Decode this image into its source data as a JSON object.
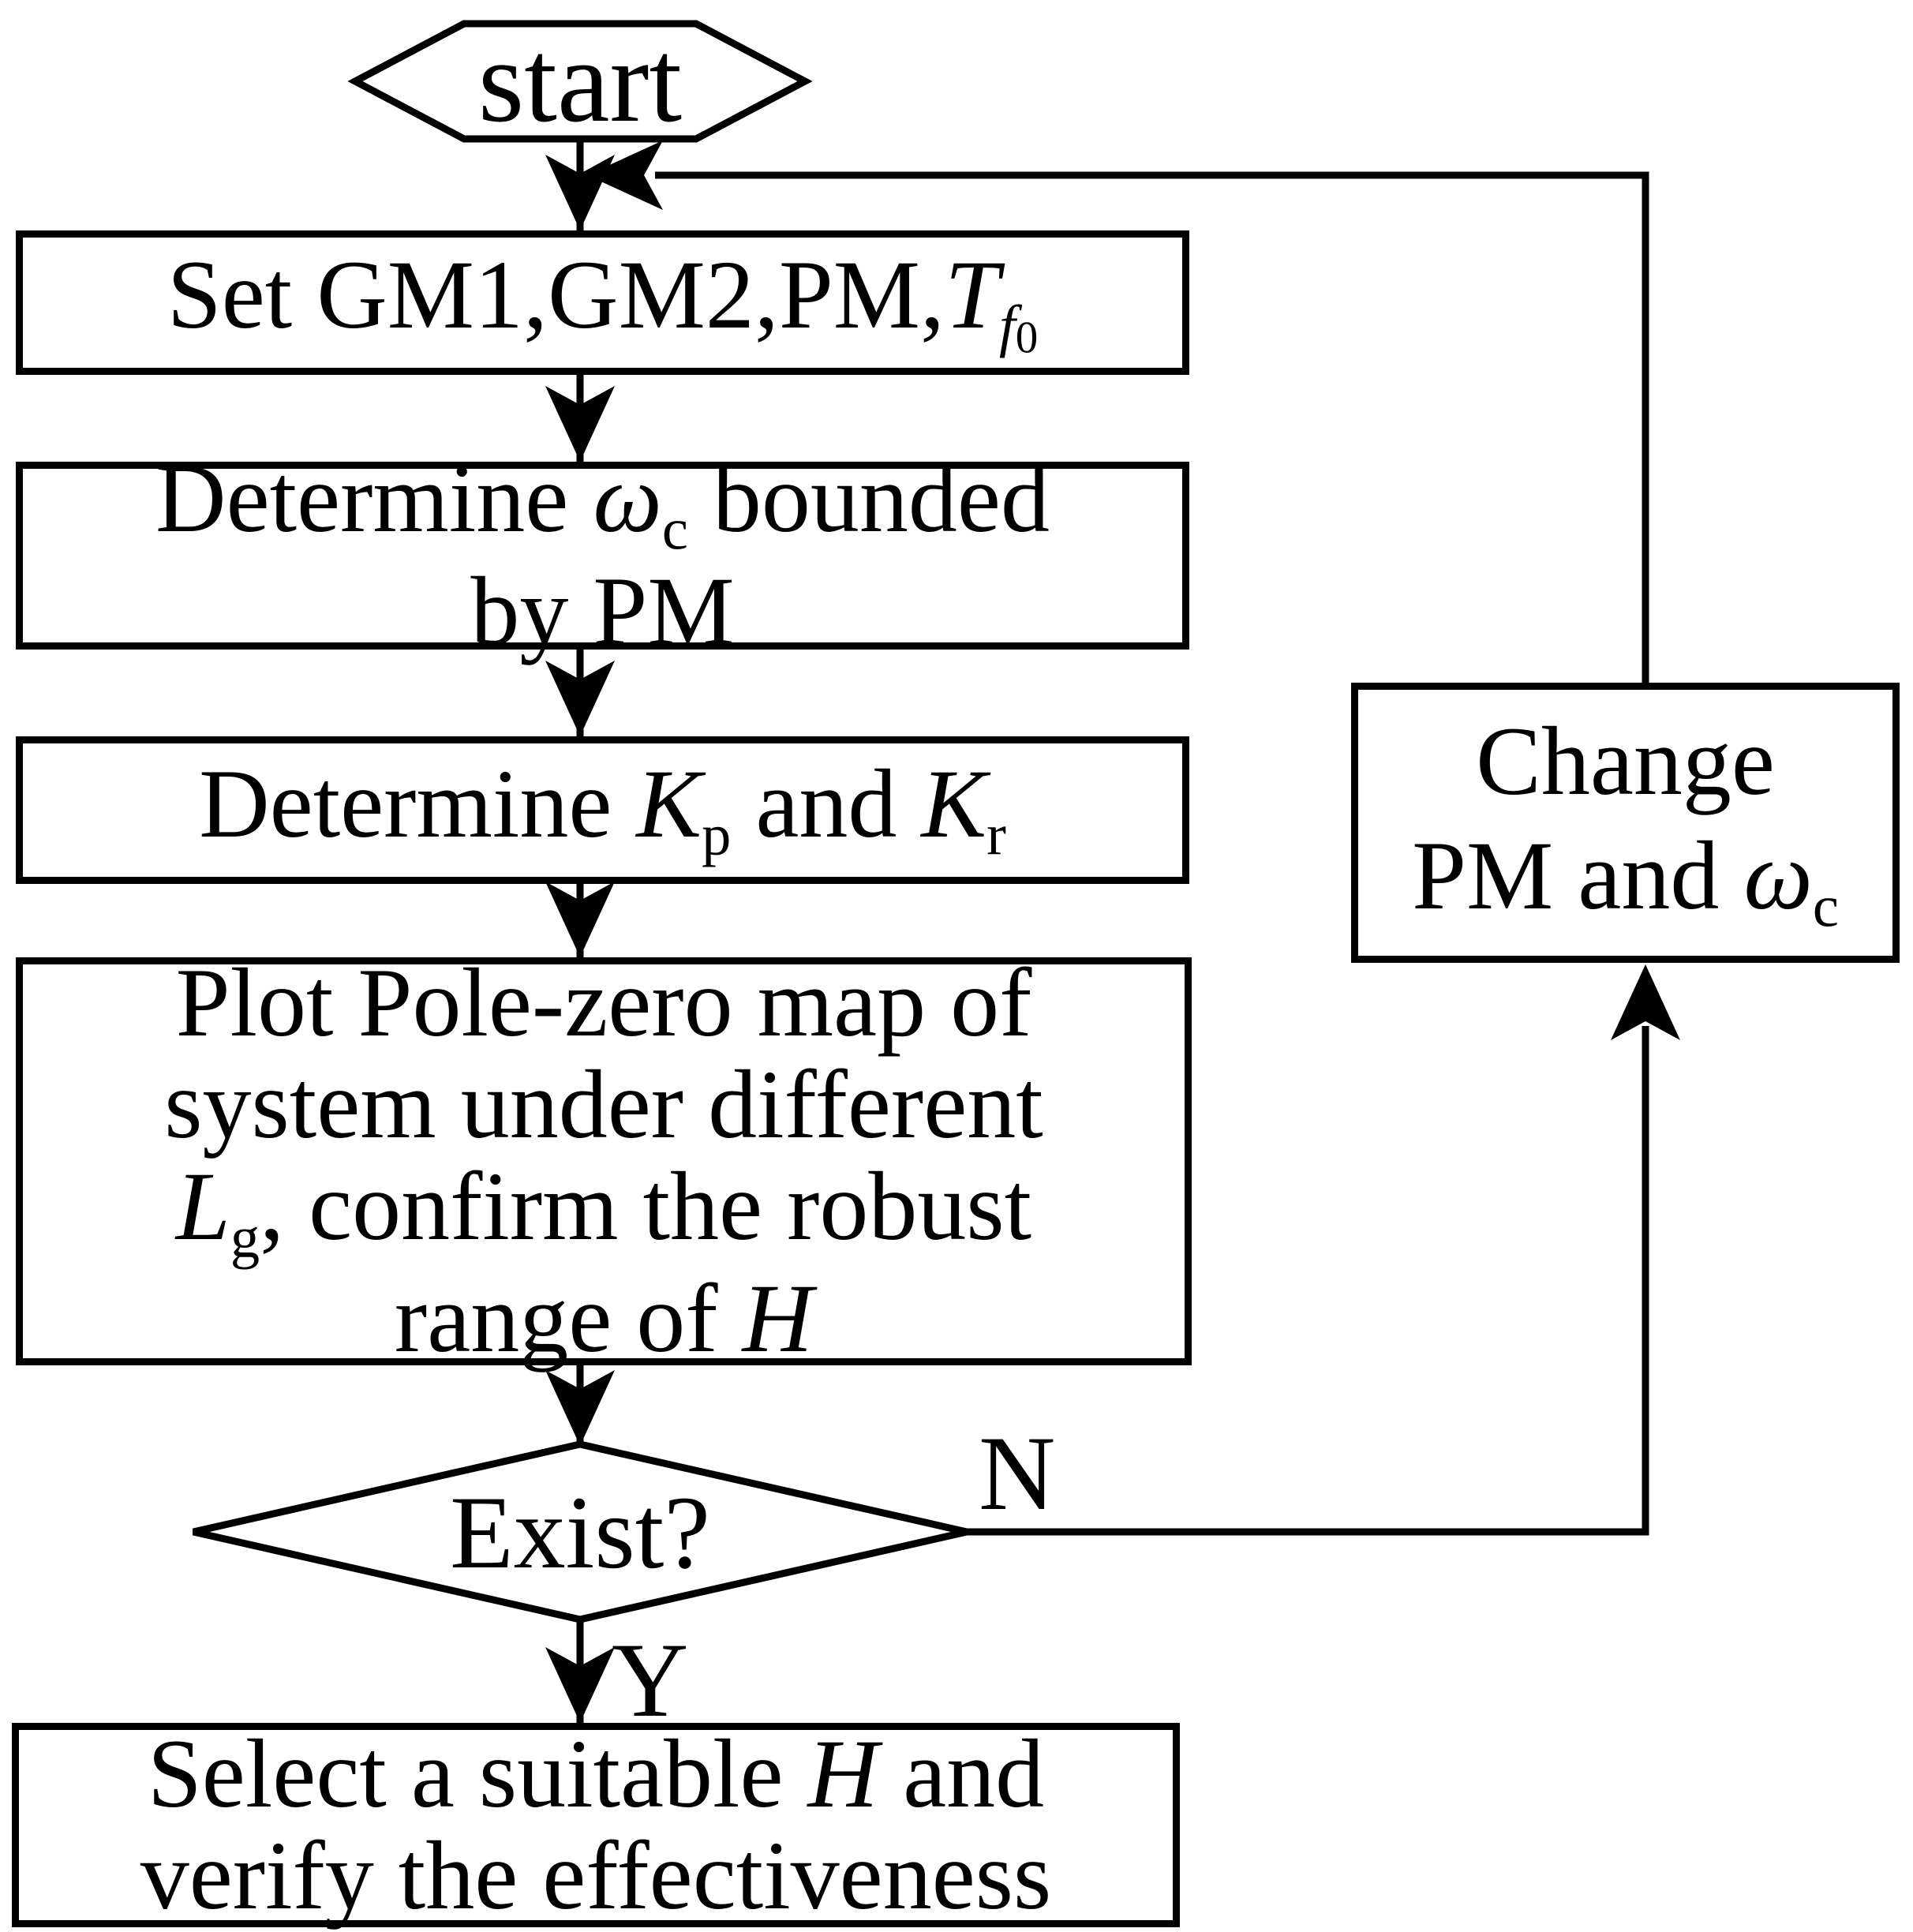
{
  "figure": {
    "background_color": "#ffffff",
    "stroke_color": "#000000",
    "nodes": {
      "start": {
        "shape": "hexagon",
        "label": "start"
      },
      "set_params": {
        "shape": "process",
        "lines": [
          [
            [
              "Set GM1,GM2,PM,",
              ""
            ],
            [
              "T",
              "i"
            ],
            [
              "f",
              "isub"
            ],
            [
              "0",
              "sub2"
            ]
          ]
        ]
      },
      "determine_wc": {
        "shape": "process",
        "lines": [
          [
            [
              "Determine ",
              ""
            ],
            [
              "ω",
              "i"
            ],
            [
              "c",
              "sub"
            ],
            [
              " bounded",
              ""
            ]
          ],
          [
            [
              "by PM",
              ""
            ]
          ]
        ]
      },
      "determine_k": {
        "shape": "process",
        "lines": [
          [
            [
              "Determine ",
              ""
            ],
            [
              "K",
              "i"
            ],
            [
              "p",
              "sub"
            ],
            [
              " and ",
              ""
            ],
            [
              "K",
              "i"
            ],
            [
              "r",
              "sub"
            ]
          ]
        ]
      },
      "plot_map": {
        "shape": "process",
        "lines": [
          [
            [
              "Plot Pole-zero map of",
              ""
            ]
          ],
          [
            [
              "system under different",
              ""
            ]
          ],
          [
            [
              "L",
              "i"
            ],
            [
              "g",
              "sub"
            ],
            [
              ", confirm the robust",
              ""
            ]
          ],
          [
            [
              "range of ",
              ""
            ],
            [
              "H",
              "i"
            ]
          ]
        ]
      },
      "exist": {
        "shape": "decision",
        "label": "Exist?"
      },
      "select_h": {
        "shape": "process",
        "lines": [
          [
            [
              "Select a suitable ",
              ""
            ],
            [
              "H",
              "i"
            ],
            [
              " and",
              ""
            ]
          ],
          [
            [
              "verify the effectiveness",
              ""
            ]
          ]
        ]
      },
      "change_pm": {
        "shape": "process",
        "lines": [
          [
            [
              "Change",
              ""
            ]
          ],
          [
            [
              "PM and ",
              ""
            ],
            [
              "ω",
              "i"
            ],
            [
              "c",
              "sub"
            ]
          ]
        ]
      }
    },
    "edge_labels": {
      "no": "N",
      "yes": "Y"
    }
  }
}
